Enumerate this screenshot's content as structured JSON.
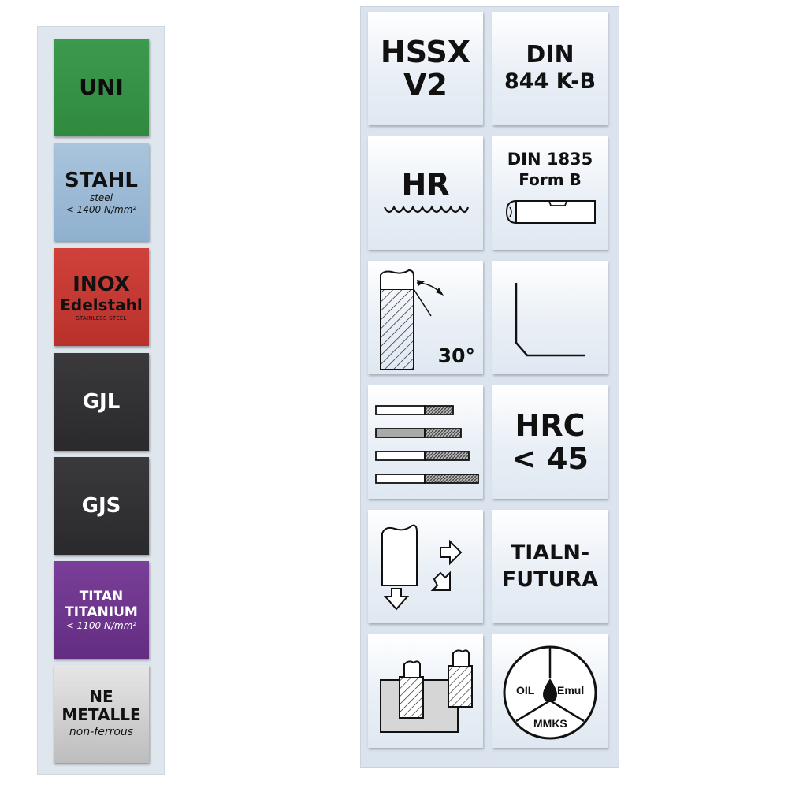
{
  "materials": {
    "uni": {
      "label": "UNI",
      "color": "#2f8a3f"
    },
    "stahl": {
      "label": "STAHL",
      "sub": "steel",
      "spec": "< 1400 N/mm²",
      "color": "#8fb0cf"
    },
    "inox": {
      "label": "INOX",
      "label2": "Edelstahl",
      "sub": "STAINLESS STEEL",
      "color": "#b9312c"
    },
    "gjl": {
      "label": "GJL",
      "color": "#2a292c"
    },
    "gjs": {
      "label": "GJS",
      "color": "#2a292c"
    },
    "titan": {
      "label": "TITAN",
      "label2": "TITANIUM",
      "spec": "< 1100 N/mm²",
      "color": "#632d82"
    },
    "ne": {
      "label": "NE",
      "label2": "METALLE",
      "sub": "non-ferrous",
      "color": "#bdbdbd"
    }
  },
  "properties": {
    "material": {
      "line1": "HSSX",
      "line2": "V2"
    },
    "standard": {
      "line1": "DIN",
      "line2": "844 K-B"
    },
    "helix": {
      "label": "HR",
      "icon": "wave-icon"
    },
    "shank": {
      "line1": "DIN 1835",
      "line2": "Form B",
      "icon": "shank-form-b-icon"
    },
    "helix_angle": {
      "value": "30°",
      "icon": "helix-angle-icon"
    },
    "corner": {
      "icon": "chamfered-corner-icon"
    },
    "length": {
      "icon": "length-bars-icon"
    },
    "hardness": {
      "line1": "HRC",
      "line2": "< 45"
    },
    "cutting_directions": {
      "icon": "cutting-direction-icon"
    },
    "coating": {
      "line1": "TIALN-",
      "line2": "FUTURA"
    },
    "application": {
      "icon": "slot-milling-icon"
    },
    "cooling": {
      "oil": "OIL",
      "emul": "Emul",
      "mmks": "MMKS",
      "icon": "coolant-icon"
    }
  }
}
